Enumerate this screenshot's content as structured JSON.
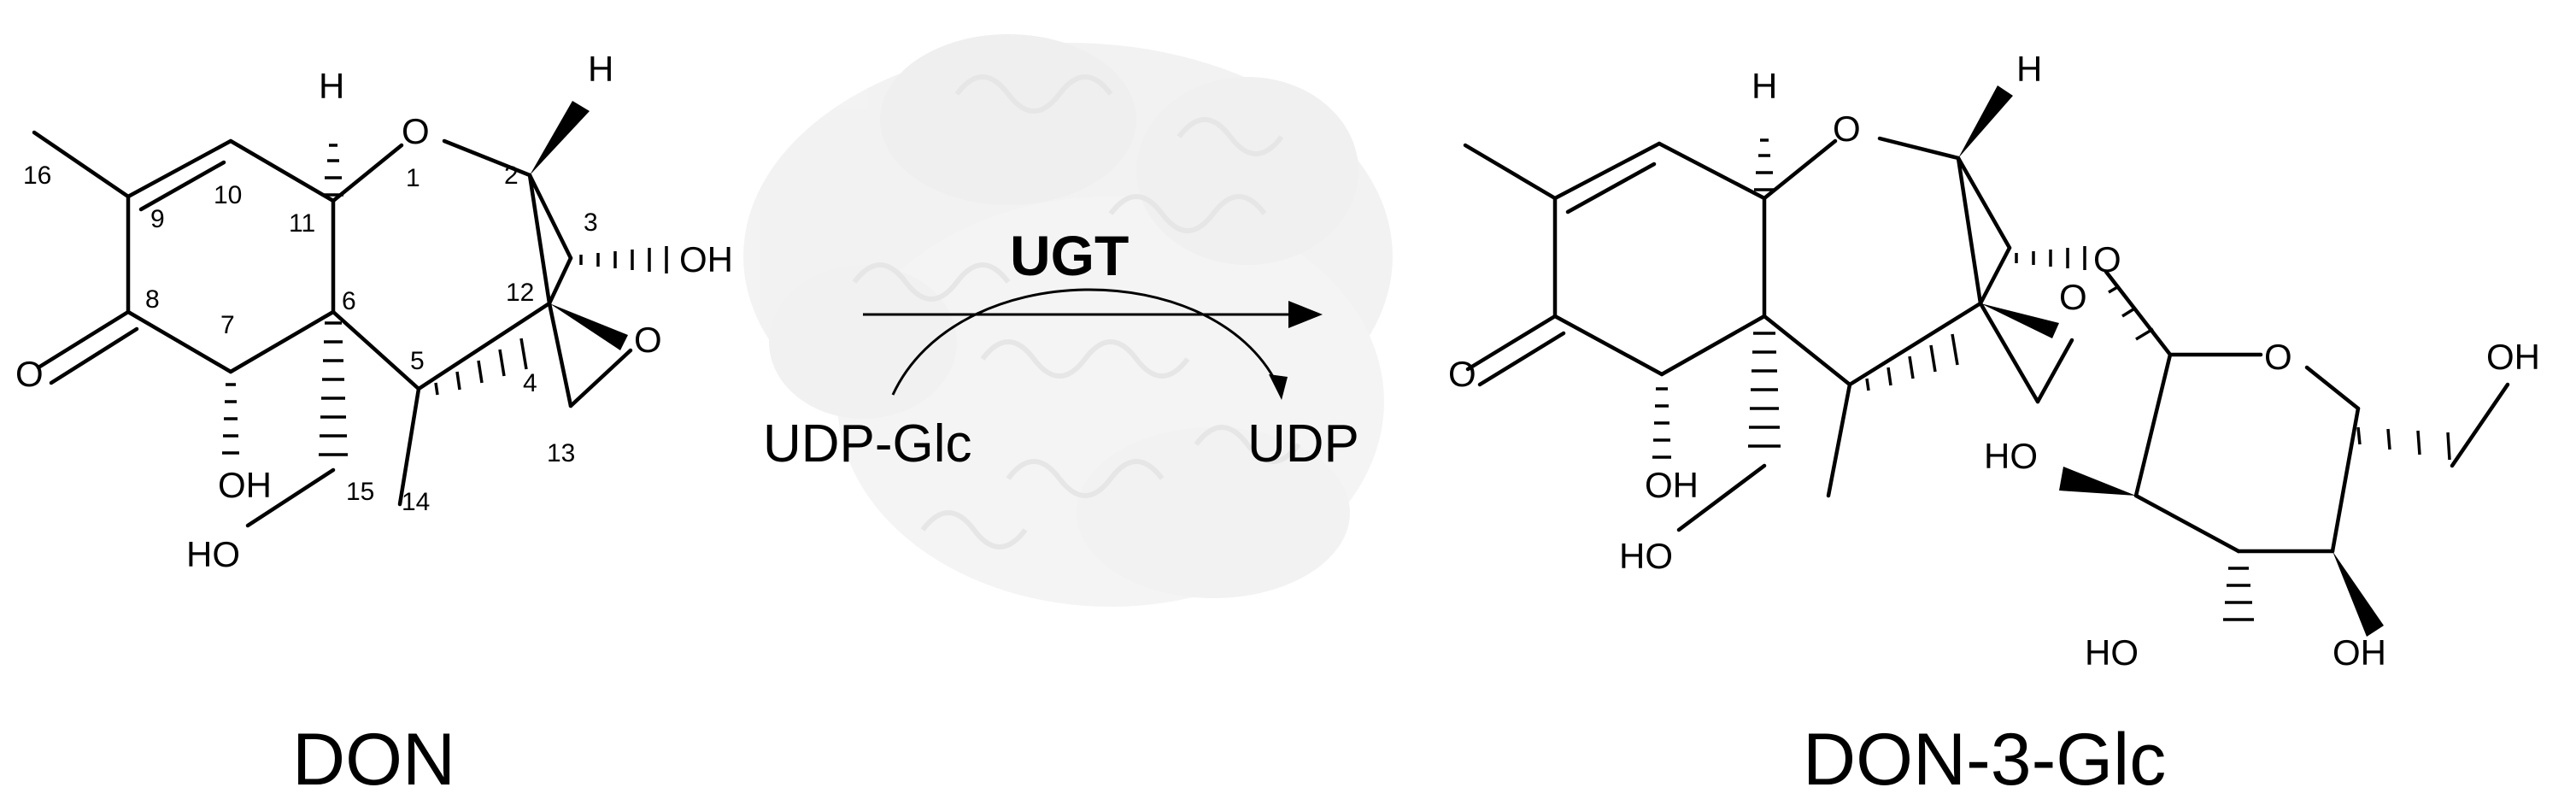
{
  "reaction": {
    "enzyme": "UGT",
    "cosubstrate": "UDP-Glc",
    "coproduct": "UDP"
  },
  "left_molecule": {
    "name": "DON",
    "atoms": {
      "H_top": "H",
      "O_ring": "O",
      "H_right": "H",
      "OH_c3": "OH",
      "O_epoxide": "O",
      "O_ketone": "O",
      "OH_c7": "OH",
      "HO_c15": "HO"
    },
    "numbers": [
      "16",
      "10",
      "9",
      "1",
      "2",
      "11",
      "3",
      "8",
      "6",
      "12",
      "7",
      "5",
      "4",
      "15",
      "14",
      "13"
    ]
  },
  "right_molecule": {
    "name": "DON-3-Glc",
    "atoms": {
      "H_top": "H",
      "O_ring": "O",
      "H_right": "H",
      "O_glycosidic": "O",
      "O_epoxide": "O",
      "O_ketone": "O",
      "OH_c7": "OH",
      "HO_c15": "HO",
      "O_sugar_ring": "O",
      "OH_c6p": "OH",
      "HO_c4p": "HO",
      "HO_c3p": "HO",
      "OH_c2p": "OH"
    }
  }
}
